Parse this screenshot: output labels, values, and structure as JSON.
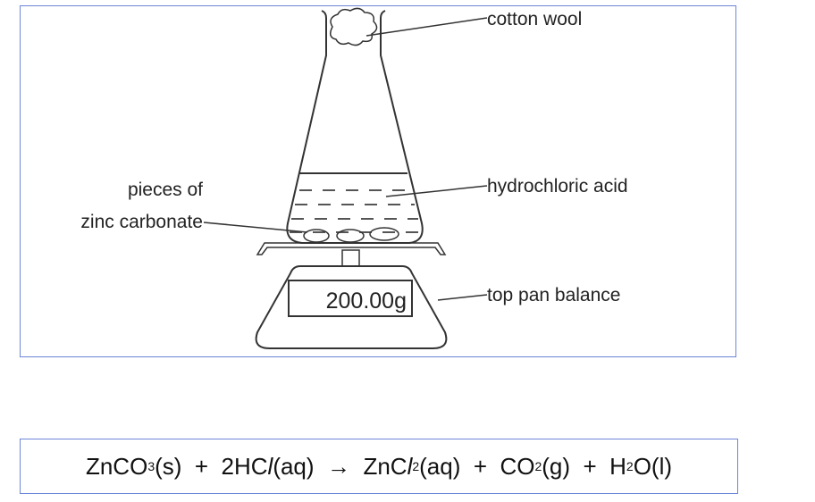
{
  "diagram": {
    "labels": {
      "cotton_wool": "cotton wool",
      "hydrochloric_acid": "hydrochloric acid",
      "pieces_of": "pieces of",
      "zinc_carbonate": "zinc carbonate",
      "top_pan_balance": "top pan balance"
    },
    "balance_reading": "200.00g"
  },
  "equation": {
    "parts": [
      "ZnCO",
      "3",
      "(s)  +  2HC",
      "l",
      "(aq)  →  ZnC",
      "l",
      "2",
      "(aq)  +  CO",
      "2",
      "(g)  +  H",
      "2",
      "O(l)"
    ]
  },
  "colors": {
    "border": "#6c86d8"
  }
}
